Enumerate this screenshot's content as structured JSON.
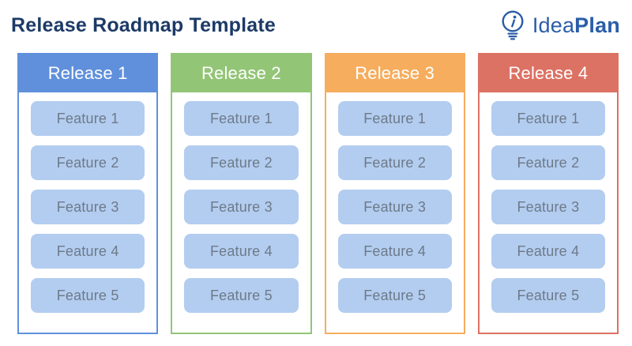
{
  "header": {
    "title": "Release Roadmap Template",
    "logo": {
      "name_regular": "Idea",
      "name_bold": "Plan",
      "icon": "lightbulb-i-icon"
    }
  },
  "theme": {
    "title_color": "#1c3a67",
    "logo_color": "#2a5da8",
    "feature_bg": "#b3cdf0",
    "feature_text": "#6d7a89",
    "background": "#ffffff"
  },
  "releases": [
    {
      "label": "Release 1",
      "color": "#6090db",
      "features": [
        "Feature 1",
        "Feature 2",
        "Feature 3",
        "Feature 4",
        "Feature 5"
      ]
    },
    {
      "label": "Release 2",
      "color": "#93c577",
      "features": [
        "Feature 1",
        "Feature 2",
        "Feature 3",
        "Feature 4",
        "Feature 5"
      ]
    },
    {
      "label": "Release 3",
      "color": "#f6ad5e",
      "features": [
        "Feature 1",
        "Feature 2",
        "Feature 3",
        "Feature 4",
        "Feature 5"
      ]
    },
    {
      "label": "Release 4",
      "color": "#dc7264",
      "features": [
        "Feature 1",
        "Feature 2",
        "Feature 3",
        "Feature 4",
        "Feature 5"
      ]
    }
  ]
}
